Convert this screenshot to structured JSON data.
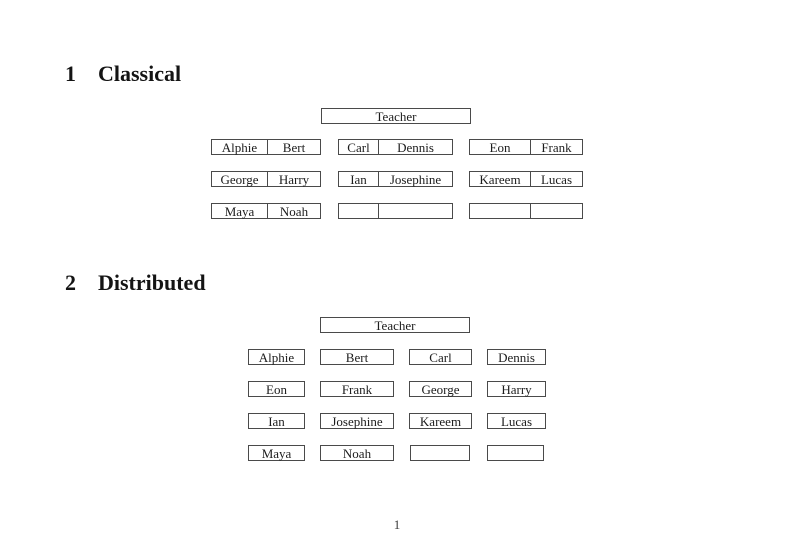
{
  "page_number": "1",
  "sections": {
    "classical": {
      "number": "1",
      "title": "Classical"
    },
    "distributed": {
      "number": "2",
      "title": "Distributed"
    }
  },
  "classical": {
    "teacher": "Teacher",
    "rows": [
      [
        [
          "Alphie",
          "Bert"
        ],
        [
          "Carl",
          "Dennis"
        ],
        [
          "Eon",
          "Frank"
        ]
      ],
      [
        [
          "George",
          "Harry"
        ],
        [
          "Ian",
          "Josephine"
        ],
        [
          "Kareem",
          "Lucas"
        ]
      ],
      [
        [
          "Maya",
          "Noah"
        ],
        [
          "",
          ""
        ],
        [
          "",
          ""
        ]
      ]
    ]
  },
  "distributed": {
    "teacher": "Teacher",
    "rows": [
      [
        "Alphie",
        "Bert",
        "Carl",
        "Dennis"
      ],
      [
        "Eon",
        "Frank",
        "George",
        "Harry"
      ],
      [
        "Ian",
        "Josephine",
        "Kareem",
        "Lucas"
      ],
      [
        "Maya",
        "Noah",
        "",
        ""
      ]
    ]
  }
}
